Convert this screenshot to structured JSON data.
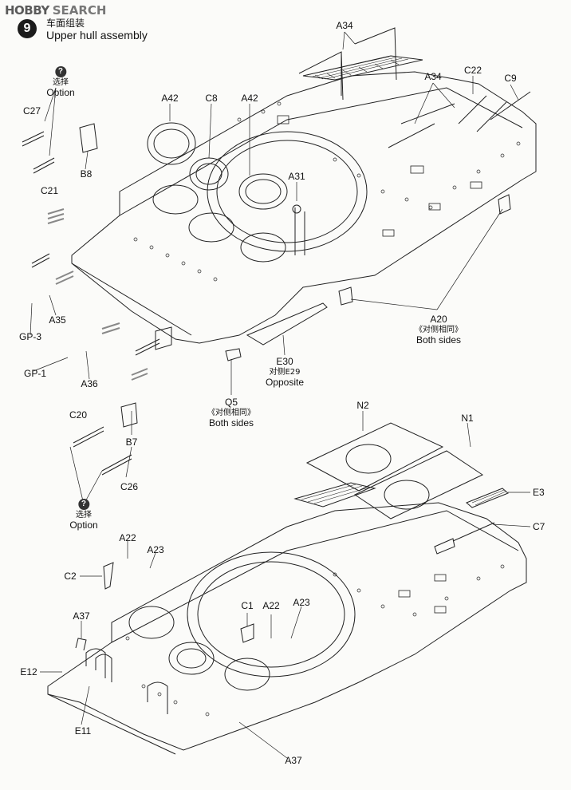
{
  "watermark": {
    "logo": "HOBBY",
    "search": "SEARCH"
  },
  "step": {
    "number": "9",
    "title_cn": "车面组装",
    "title_en": "Upper hull assembly"
  },
  "top_labels": {
    "a34_top": "A34",
    "a42_left": "A42",
    "c8": "C8",
    "a42_mid": "A42",
    "a34_right": "A34",
    "c22": "C22",
    "c9": "C9",
    "a31": "A31",
    "c27": "C27",
    "c21": "C21",
    "b8": "B8",
    "a35": "A35",
    "gp3": "GP-3",
    "gp1": "GP-1",
    "a36": "A36",
    "a20": "A20",
    "a20_note_cn": "《对侧相同》",
    "a20_note_en": "Both sides",
    "e30": "E30",
    "e30_note_cn": "对侧E29",
    "e30_note_en": "Opposite",
    "q5": "Q5",
    "q5_note_cn": "《对侧相同》",
    "q5_note_en": "Both sides"
  },
  "option_top": {
    "icon": "?",
    "cn": "选择",
    "en": "Option"
  },
  "option_bottom": {
    "icon": "?",
    "cn": "选择",
    "en": "Option"
  },
  "bottom_labels": {
    "c20": "C20",
    "b7": "B7",
    "c26": "C26",
    "n2": "N2",
    "n1": "N1",
    "e3": "E3",
    "c7": "C7",
    "a22_left": "A22",
    "a23_left": "A23",
    "c2": "C2",
    "c1": "C1",
    "a22_mid": "A22",
    "a23_mid": "A23",
    "a37_left": "A37",
    "e12": "E12",
    "e11": "E11",
    "a37_bottom": "A37"
  }
}
